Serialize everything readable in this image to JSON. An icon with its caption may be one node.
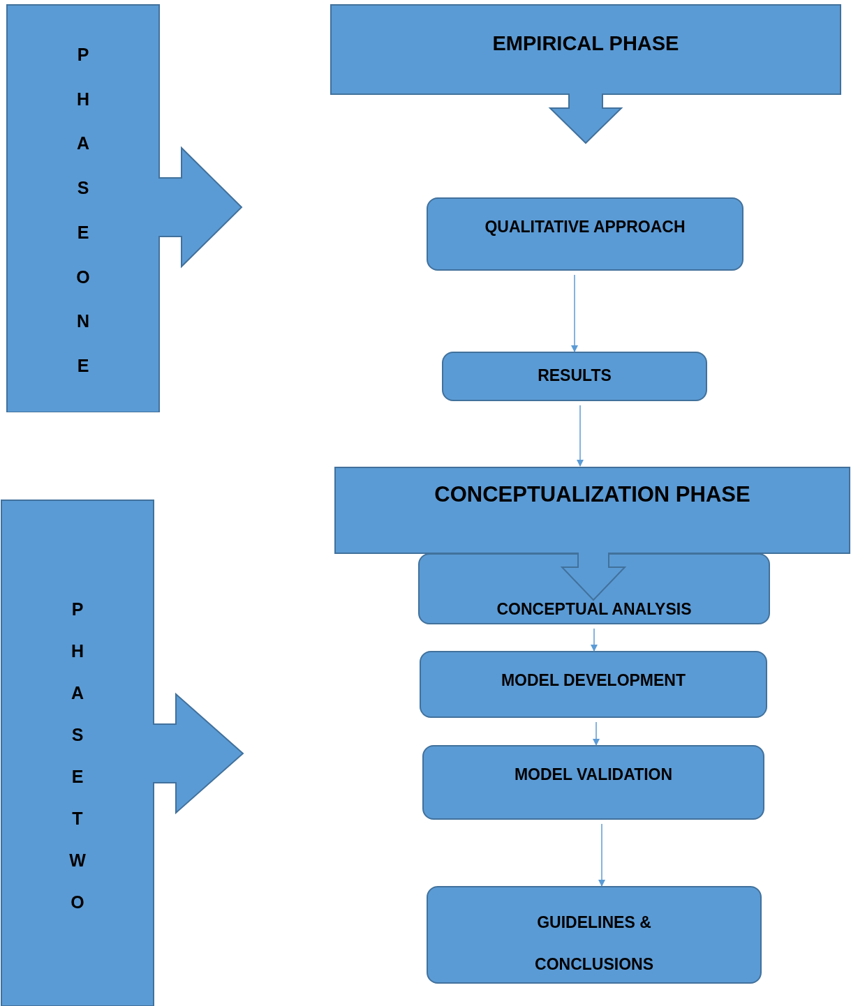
{
  "diagram": {
    "nodes": [
      {
        "text": [
          "PHASE ONE"
        ]
      },
      {
        "text": [
          "EMPIRICAL PHASE"
        ]
      },
      {
        "text": [
          "QUALITATIVE APPROACH"
        ]
      },
      {
        "text": [
          "RESULTS"
        ]
      },
      {
        "text": [
          "CONCEPTUALIZATION PHASE"
        ]
      },
      {
        "text": [
          "CONCEPTUAL ANALYSIS"
        ]
      },
      {
        "text": [
          "MODEL DEVELOPMENT"
        ]
      },
      {
        "text": [
          "MODEL VALIDATION"
        ]
      },
      {
        "text": [
          "GUIDELINES & CONCLUSIONS"
        ]
      },
      {
        "text": [
          "PHASE TWO"
        ]
      }
    ],
    "edges": [
      {
        "from": 2,
        "to": 3,
        "arrow": "to"
      },
      {
        "from": 3,
        "to": 4,
        "arrow": "to"
      },
      {
        "from": 5,
        "to": 6,
        "arrow": "to"
      },
      {
        "from": 6,
        "to": 7,
        "arrow": "to"
      },
      {
        "from": 7,
        "to": 8,
        "arrow": "to"
      }
    ]
  }
}
